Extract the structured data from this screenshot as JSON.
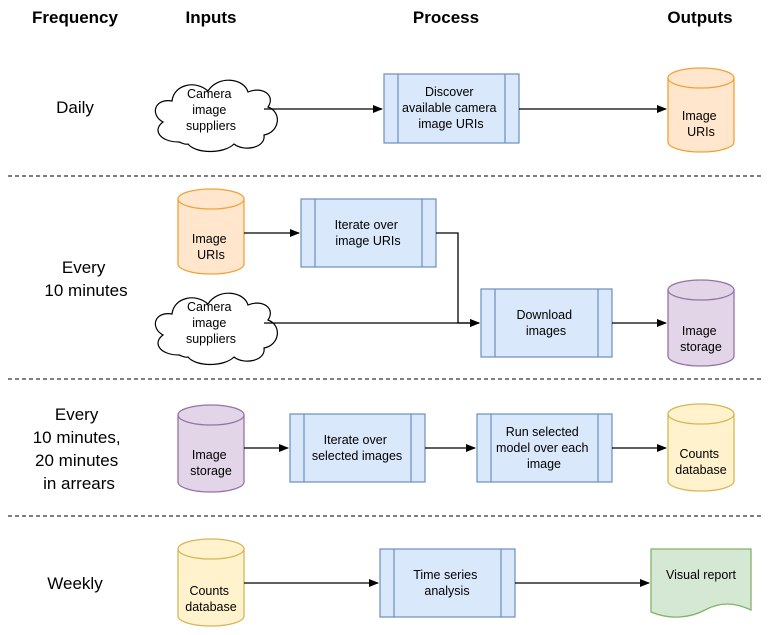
{
  "headers": {
    "frequency": "Frequency",
    "inputs": "Inputs",
    "process": "Process",
    "outputs": "Outputs"
  },
  "colors": {
    "process_fill": "#dae8fc",
    "process_stroke": "#6c8ebf",
    "orange_fill": "#ffe6cc",
    "orange_stroke": "#f0a33a",
    "purple_fill": "#e1d5e7",
    "purple_stroke": "#9673a6",
    "yellow_fill": "#fff2cc",
    "yellow_stroke": "#d6b656",
    "green_fill": "#d5e8d4",
    "green_stroke": "#82b366"
  },
  "rows": [
    {
      "frequency": [
        "Daily"
      ],
      "inputs": [
        {
          "shape": "cloud",
          "text": [
            "Camera",
            "image",
            "suppliers"
          ]
        }
      ],
      "processes": [
        {
          "text": [
            "Discover",
            "available camera",
            "image URIs"
          ]
        }
      ],
      "output": {
        "shape": "cylinder",
        "color": "orange",
        "text": [
          "Image",
          "URIs"
        ]
      }
    },
    {
      "frequency": [
        "Every",
        "10 minutes"
      ],
      "inputs": [
        {
          "shape": "cylinder",
          "color": "orange",
          "text": [
            "Image",
            "URIs"
          ]
        },
        {
          "shape": "cloud",
          "text": [
            "Camera",
            "image",
            "suppliers"
          ]
        }
      ],
      "processes": [
        {
          "text": [
            "Iterate over",
            "image URIs"
          ]
        },
        {
          "text": [
            "Download",
            "images"
          ]
        }
      ],
      "output": {
        "shape": "cylinder",
        "color": "purple",
        "text": [
          "Image",
          "storage"
        ]
      }
    },
    {
      "frequency": [
        "Every",
        "10 minutes,",
        "20 minutes",
        "in arrears"
      ],
      "inputs": [
        {
          "shape": "cylinder",
          "color": "purple",
          "text": [
            "Image",
            "storage"
          ]
        }
      ],
      "processes": [
        {
          "text": [
            "Iterate over",
            "selected images"
          ]
        },
        {
          "text": [
            "Run selected",
            "model over each",
            "image"
          ]
        }
      ],
      "output": {
        "shape": "cylinder",
        "color": "yellow",
        "text": [
          "Counts",
          "database"
        ]
      }
    },
    {
      "frequency": [
        "Weekly"
      ],
      "inputs": [
        {
          "shape": "cylinder",
          "color": "yellow",
          "text": [
            "Counts",
            "database"
          ]
        }
      ],
      "processes": [
        {
          "text": [
            "Time series",
            "analysis"
          ]
        }
      ],
      "output": {
        "shape": "document",
        "color": "green",
        "text": [
          "Visual report"
        ]
      }
    }
  ]
}
